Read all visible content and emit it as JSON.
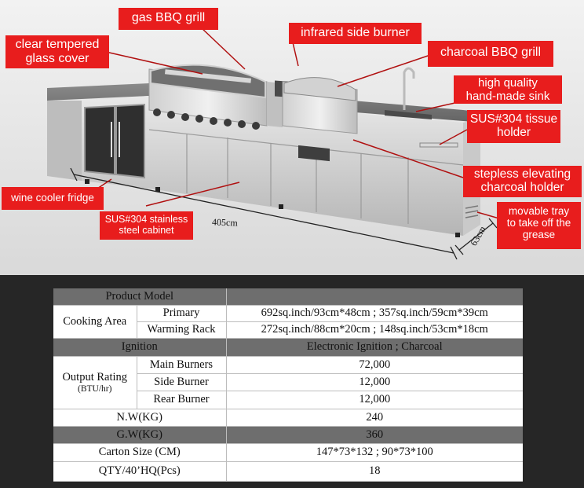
{
  "callouts": {
    "gas_bbq_grill": "gas BBQ grill",
    "glass_cover": "clear tempered\nglass cover",
    "infrared_side_burner": "infrared side burner",
    "charcoal_bbq_grill": "charcoal BBQ grill",
    "sink": "high quality\nhand-made sink",
    "tissue_holder": "SUS#304 tissue\nholder",
    "charcoal_holder": "stepless elevating\ncharcoal holder",
    "wine_cooler": "wine cooler fridge",
    "cabinet": "SUS#304 stainless\nsteel cabinet",
    "tray": "movable tray\nto take off the\ngrease"
  },
  "dimensions": {
    "length": "405cm",
    "depth": "63cm"
  },
  "colors": {
    "callout_bg": "#e81d1d",
    "header_row": "#6e6e6e",
    "background": "#262626"
  },
  "table": {
    "product_model": "Product Model",
    "cooking_area": {
      "label": "Cooking Area",
      "primary_label": "Primary",
      "primary_value": "692sq.inch/93cm*48cm ; 357sq.inch/59cm*39cm",
      "warming_label": "Warming Rack",
      "warming_value": "272sq.inch/88cm*20cm ; 148sq.inch/53cm*18cm"
    },
    "ignition": {
      "label": "Ignition",
      "value": "Electronic Ignition ;  Charcoal"
    },
    "output_rating": {
      "label": "Output Rating",
      "unit": "(BTU/hr)",
      "main_label": "Main Burners",
      "main_value": "72,000",
      "side_label": "Side Burner",
      "side_value": "12,000",
      "rear_label": "Rear Burner",
      "rear_value": "12,000"
    },
    "nw": {
      "label": "N.W(KG)",
      "value": "240"
    },
    "gw": {
      "label": "G.W(KG)",
      "value": "360"
    },
    "carton": {
      "label": "Carton Size (CM)",
      "value": "147*73*132 ;  90*73*100"
    },
    "qty": {
      "label": "QTY/40’HQ(Pcs)",
      "value": "18"
    }
  }
}
